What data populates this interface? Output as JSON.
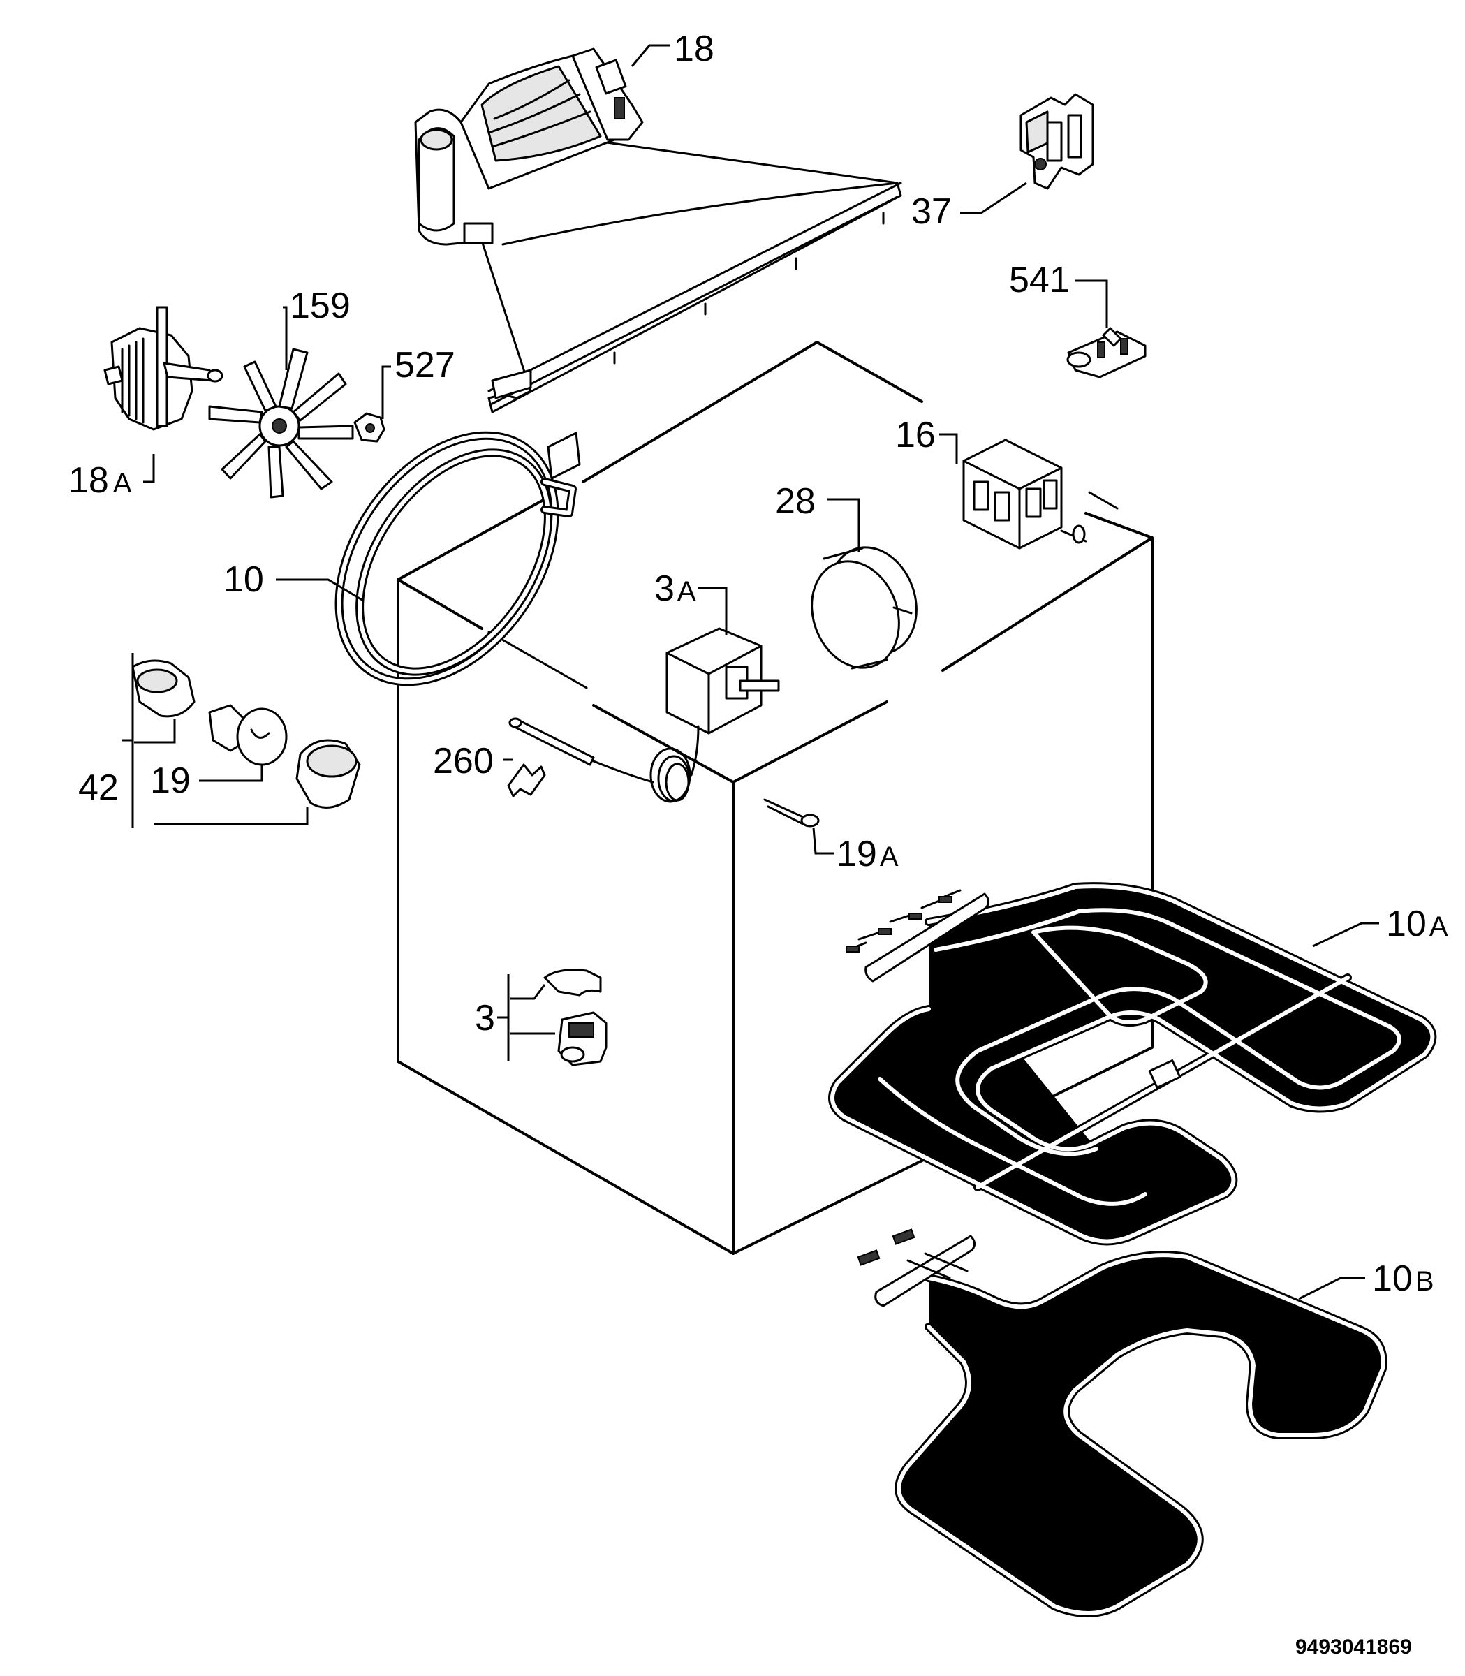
{
  "document_code": "9493041869",
  "callouts": [
    {
      "id": "18",
      "num": "18",
      "suffix": ""
    },
    {
      "id": "18a",
      "num": "18",
      "suffix": "A"
    },
    {
      "id": "159",
      "num": "159",
      "suffix": ""
    },
    {
      "id": "527",
      "num": "527",
      "suffix": ""
    },
    {
      "id": "37",
      "num": "37",
      "suffix": ""
    },
    {
      "id": "541",
      "num": "541",
      "suffix": ""
    },
    {
      "id": "16",
      "num": "16",
      "suffix": ""
    },
    {
      "id": "28",
      "num": "28",
      "suffix": ""
    },
    {
      "id": "3a",
      "num": "3",
      "suffix": "A"
    },
    {
      "id": "10",
      "num": "10",
      "suffix": ""
    },
    {
      "id": "42",
      "num": "42",
      "suffix": ""
    },
    {
      "id": "19",
      "num": "19",
      "suffix": ""
    },
    {
      "id": "260",
      "num": "260",
      "suffix": ""
    },
    {
      "id": "19a",
      "num": "19",
      "suffix": "A"
    },
    {
      "id": "10a",
      "num": "10",
      "suffix": "A"
    },
    {
      "id": "3",
      "num": "3",
      "suffix": ""
    },
    {
      "id": "10b",
      "num": "10",
      "suffix": "B"
    }
  ]
}
